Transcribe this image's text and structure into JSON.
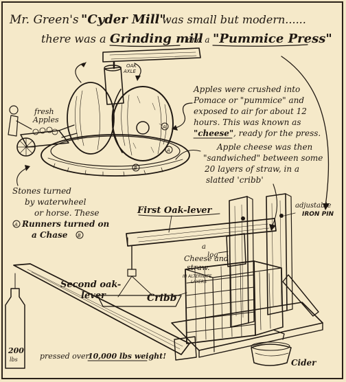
{
  "title": {
    "line1_a": "Mr. Green's",
    "line1_b": "\"Cyder Mill\"",
    "line1_c": "was small but modern......",
    "line2_a": "there was a",
    "line2_b": "Grinding mill",
    "line2_c": "and a",
    "line2_d": "\"Pummice Press\""
  },
  "labels": {
    "oak_axle_1": "OAK",
    "oak_axle_2": "AXLE",
    "fresh_apples_1": "fresh",
    "fresh_apples_2": "Apples",
    "marker_a1": "A",
    "marker_a2": "A",
    "marker_b": "B",
    "first_oak_lever": "First Oak-lever",
    "adjustable_1": "adjustable",
    "adjustable_2": "IRON PIN",
    "a_log_1": "a",
    "a_log_2": "log",
    "cheese_straw_1": "Cheese and",
    "cheese_straw_2": "straw.",
    "cheese_straw_3": "IN ALTERNATE",
    "cheese_straw_4": "LAYERS",
    "second_oak_1": "Second oak-",
    "second_oak_2": "lever",
    "cribb": "Cribb",
    "weight_200_1": "200",
    "weight_200_2": "lbs",
    "cider": "Cider"
  },
  "notes": {
    "crushed_1": "Apples were crushed into",
    "crushed_2": "Pomace or \"pummice\" and",
    "crushed_3": "exposed to air for about 12",
    "crushed_4": "hours. This was known as",
    "crushed_5a": "\"cheese\"",
    "crushed_5b": ", ready for the press.",
    "sandwich_1": "Apple cheese was then",
    "sandwich_2": "\"sandwiched\" between some",
    "sandwich_3": "20 layers of straw, in a",
    "sandwich_4": "slatted 'cribb'",
    "stones_1": "Stones turned",
    "stones_2": "by waterwheel",
    "stones_3": "or horse. These",
    "stones_4": "Runners turned on",
    "stones_5": "a Chase",
    "stones_mark_a": "A",
    "stones_mark_b": "B",
    "pressed": "pressed over",
    "pressed_weight": "10,000 lbs weight!"
  },
  "colors": {
    "paper": "#f5e9c9",
    "ink": "#1f1812"
  }
}
